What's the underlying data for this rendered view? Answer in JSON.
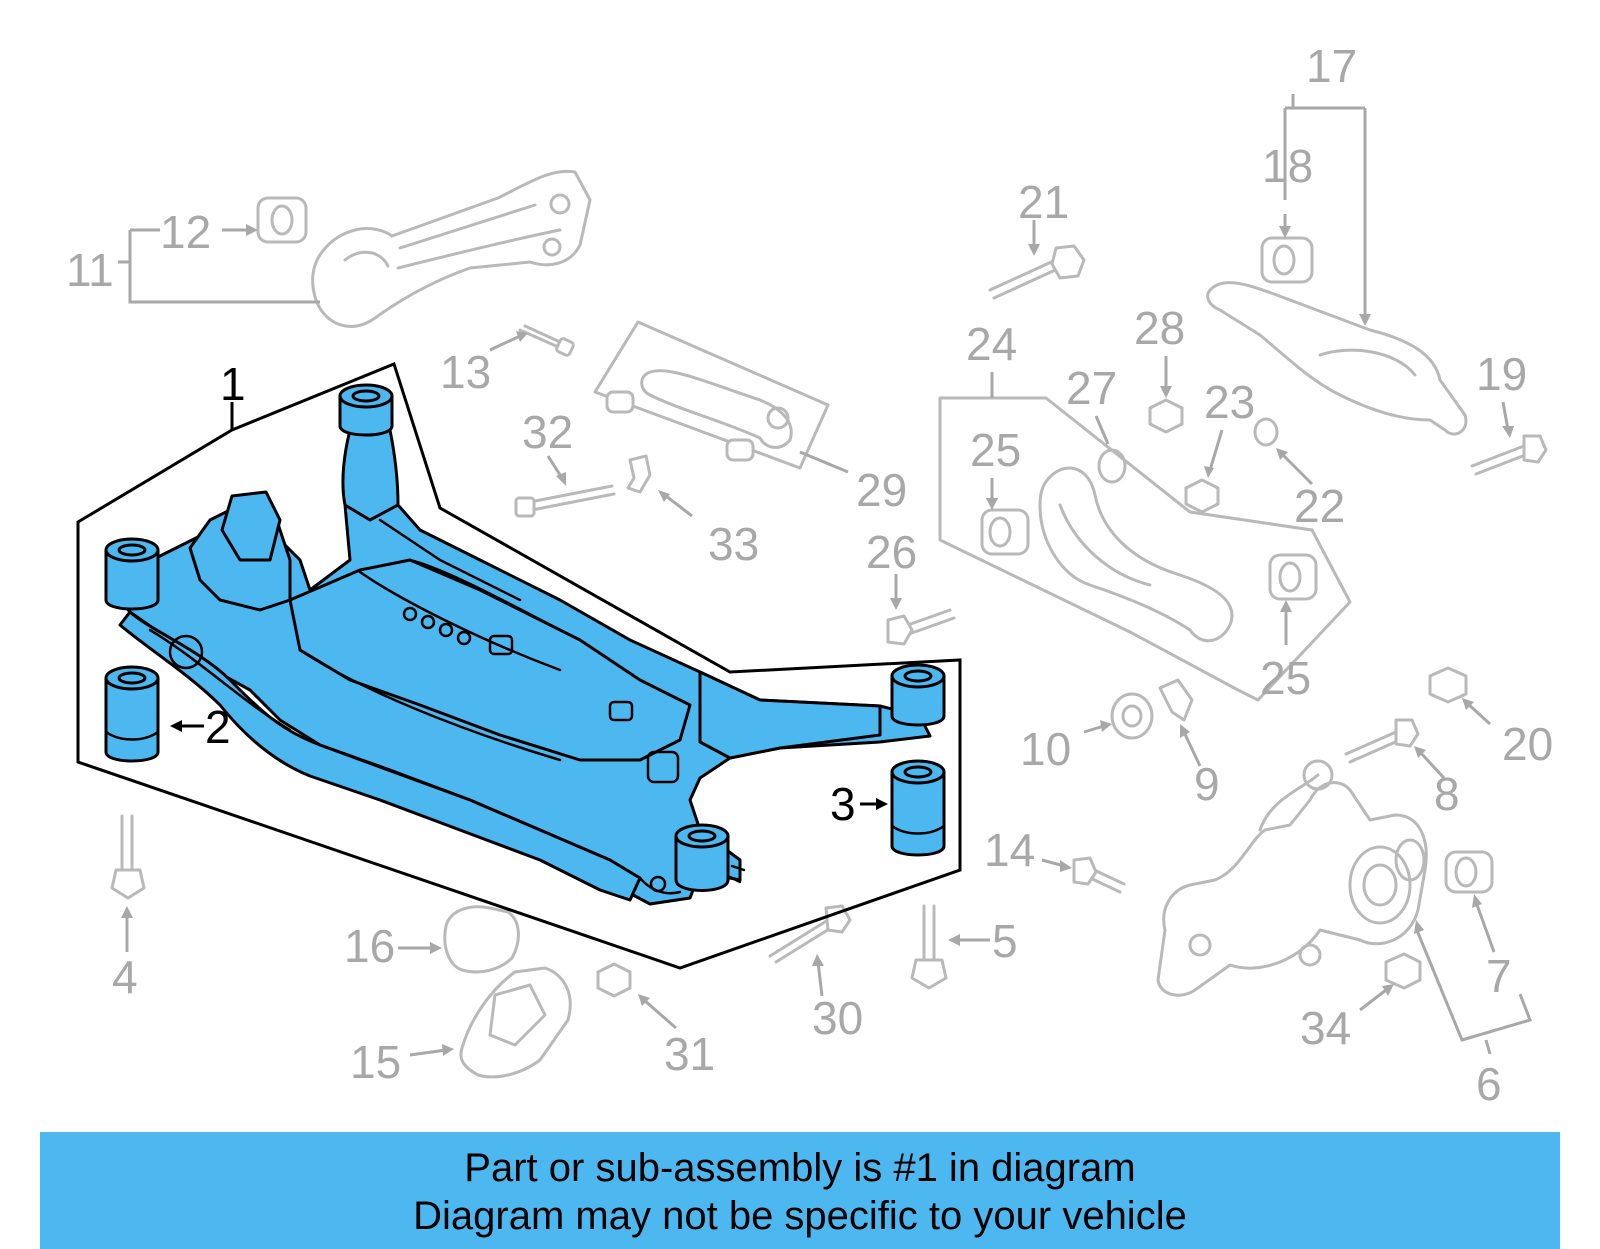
{
  "callouts": {
    "c1": "1",
    "c2": "2",
    "c3": "3",
    "c4": "4",
    "c5": "5",
    "c6": "6",
    "c7": "7",
    "c8": "8",
    "c9": "9",
    "c10": "10",
    "c11": "11",
    "c12": "12",
    "c13": "13",
    "c14": "14",
    "c15": "15",
    "c16": "16",
    "c17": "17",
    "c18": "18",
    "c19": "19",
    "c20": "20",
    "c21": "21",
    "c22": "22",
    "c23": "23",
    "c24": "24",
    "c25a": "25",
    "c25b": "25",
    "c26": "26",
    "c27": "27",
    "c28": "28",
    "c29": "29",
    "c30": "30",
    "c31": "31",
    "c32": "32",
    "c33": "33",
    "c34": "34"
  },
  "banner": {
    "line1": "Part or sub-assembly is #1 in diagram",
    "line2": "Diagram may not be specific to your vehicle"
  },
  "colors": {
    "highlight": "#4db8f0",
    "ghost_lines": "#b9b9b9",
    "ghost_labels": "#a8a8a8",
    "outline": "#000000"
  }
}
